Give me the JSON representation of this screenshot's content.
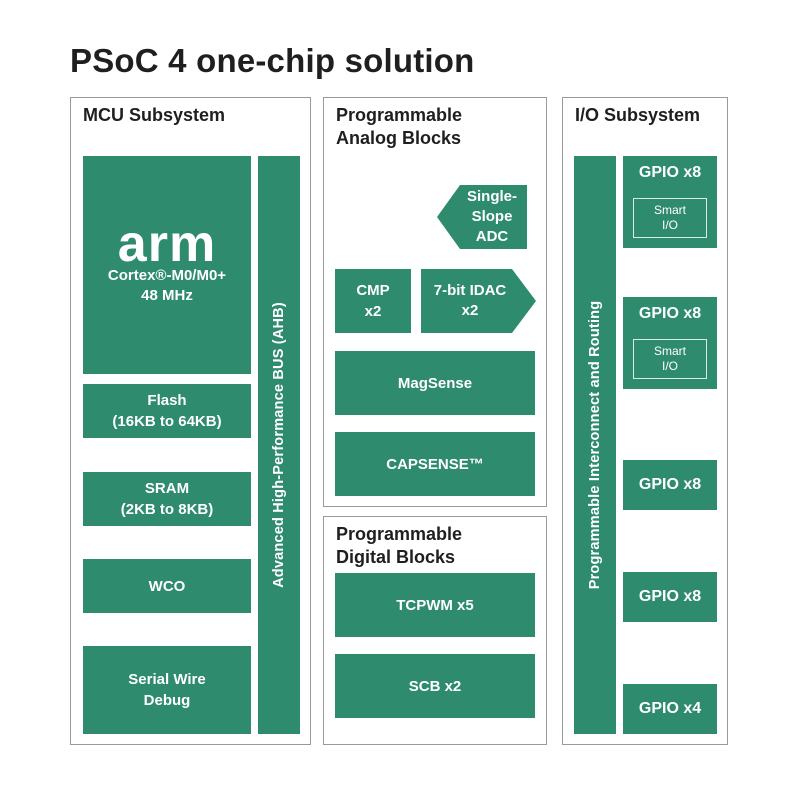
{
  "title": "PSoC 4 one-chip solution",
  "colors": {
    "block": "#2e8b6d",
    "border": "#9a9a9a"
  },
  "mcu": {
    "title": "MCU Subsystem",
    "arm_logo": "arm",
    "cpu": "Cortex®-M0/M0+\n48 MHz",
    "flash": "Flash\n(16KB to 64KB)",
    "sram": "SRAM\n(2KB to 8KB)",
    "wco": "WCO",
    "swd": "Serial Wire\nDebug",
    "bus": "Advanced High-Performance BUS (AHB)"
  },
  "analog": {
    "title": "Programmable\nAnalog Blocks",
    "adc": "Single-Slope\nADC",
    "cmp": "CMP\nx2",
    "idac": "7-bit IDAC\nx2",
    "magsense": "MagSense",
    "capsense": "CAPSENSE™"
  },
  "digital": {
    "title": "Programmable\nDigital Blocks",
    "tcpwm": "TCPWM x5",
    "scb": "SCB x2"
  },
  "io": {
    "title": "I/O Subsystem",
    "interconnect": "Programmable Interconnect and Routing",
    "gpio": [
      {
        "label": "GPIO x8",
        "smart": "Smart\nI/O"
      },
      {
        "label": "GPIO x8",
        "smart": "Smart\nI/O"
      },
      {
        "label": "GPIO x8"
      },
      {
        "label": "GPIO x8"
      },
      {
        "label": "GPIO x4"
      }
    ]
  }
}
